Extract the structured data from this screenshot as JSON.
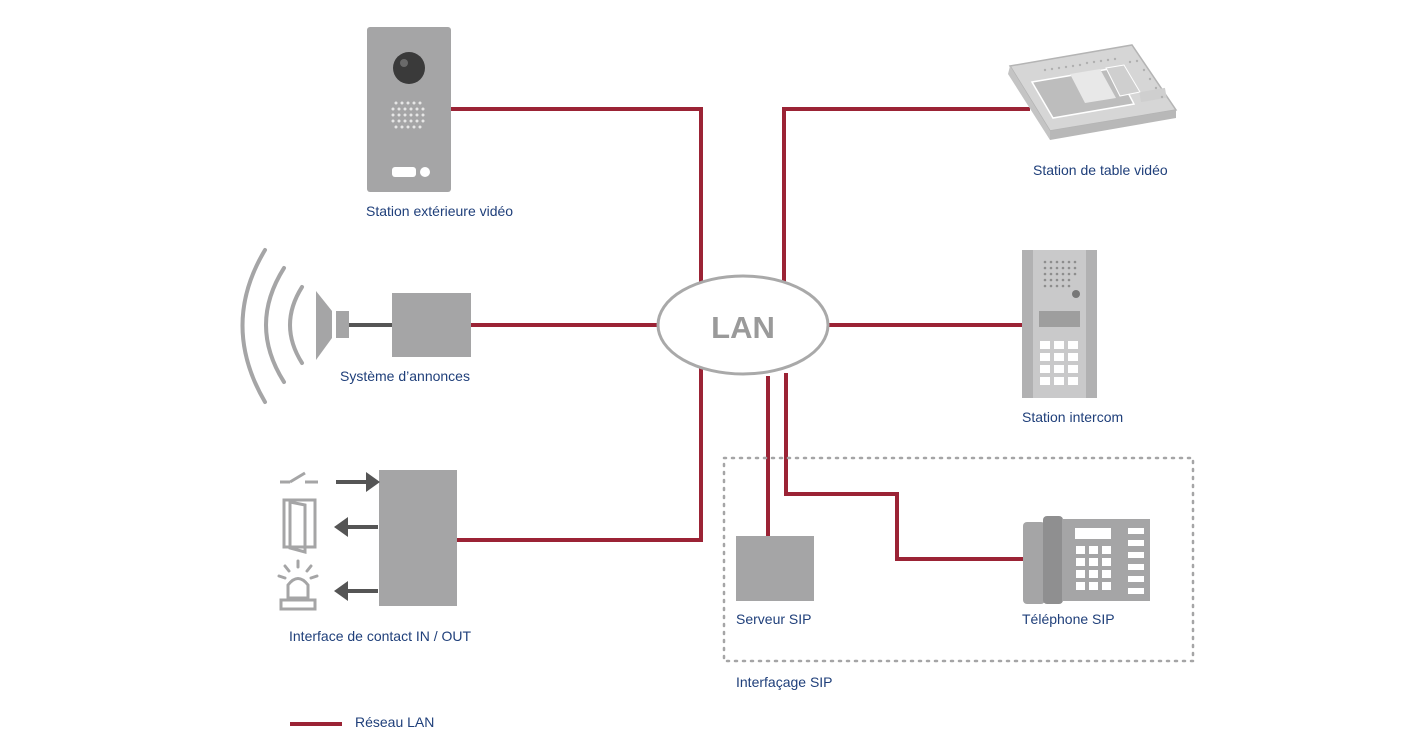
{
  "hub": {
    "label": "LAN"
  },
  "devices": {
    "outdoor_video": "Station extérieure vidéo",
    "desk_video": "Station de table vidéo",
    "announcement": "Système d’annonces",
    "intercom": "Station intercom",
    "contact_interface": "Interface de contact IN / OUT",
    "sip_server": "Serveur SIP",
    "sip_phone": "Téléphone SIP"
  },
  "group": {
    "label": "Interfaçage SIP"
  },
  "legend": {
    "label": "Réseau LAN"
  },
  "colors": {
    "network_line": "#9b2335",
    "device_gray": "#a5a5a6",
    "device_light": "#d9d9d9",
    "label_text": "#1f3f7a",
    "hub_text": "#9a9a9a",
    "arrow_dark": "#555555"
  }
}
